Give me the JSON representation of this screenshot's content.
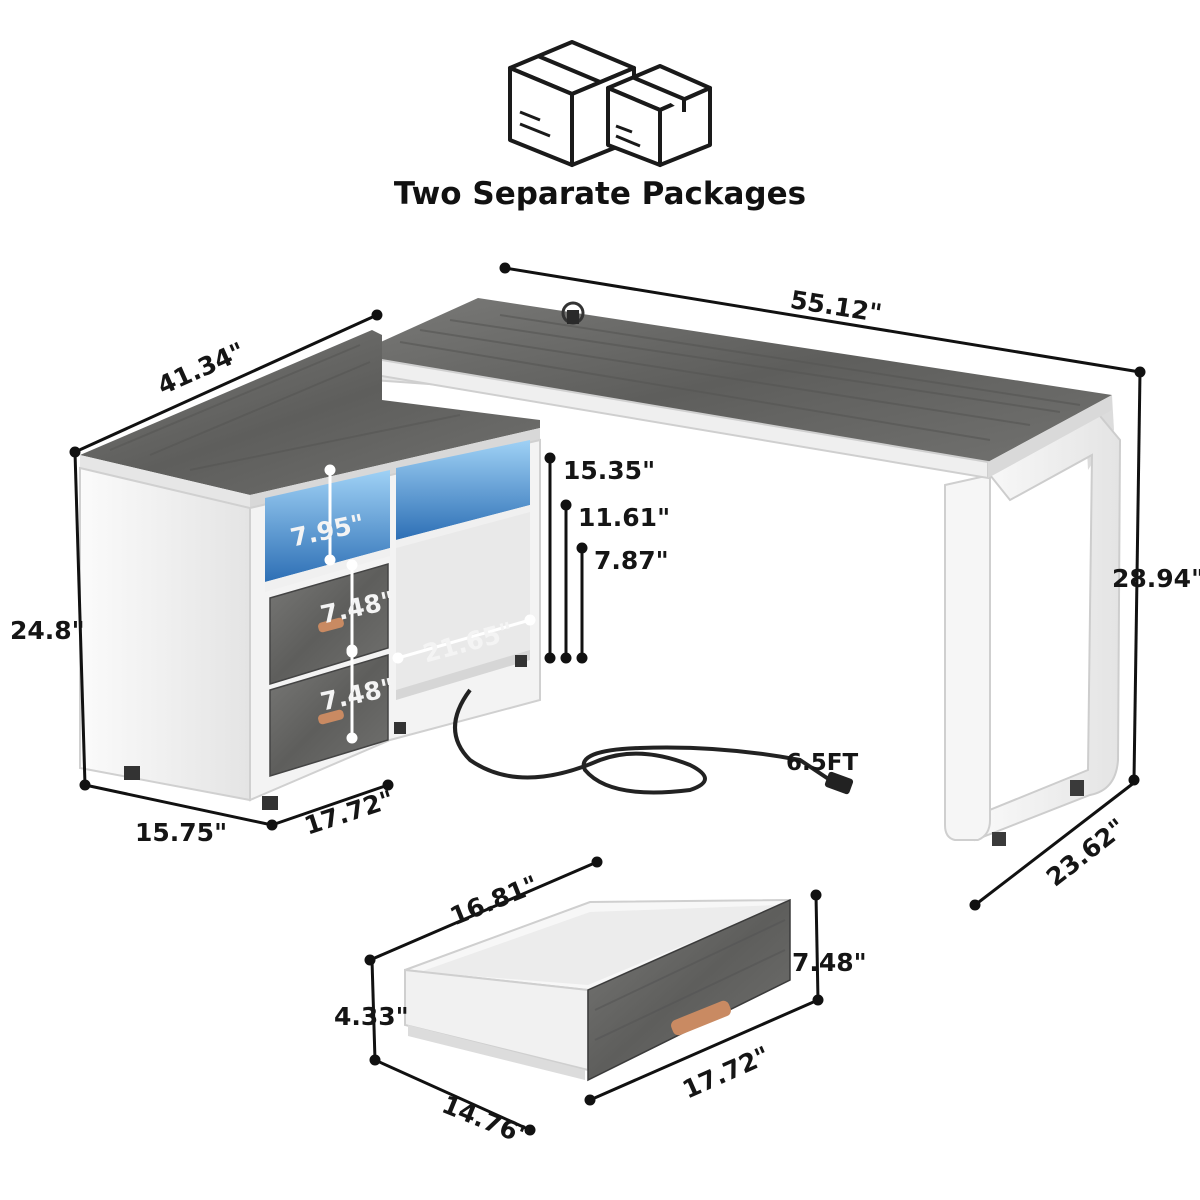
{
  "header": {
    "title": "Two Separate Packages",
    "boxes_icon": "two-boxes-icon"
  },
  "desk": {
    "width": "55.12\"",
    "side_length": "41.34\"",
    "height": "28.94\"",
    "depth": "23.62\"",
    "cabinet_height": "24.8\"",
    "cabinet_depth": "15.75\"",
    "cabinet_width": "17.72\"",
    "shelf_height_top": "7.95\"",
    "drawer_height_upper": "7.48\"",
    "drawer_height_lower": "7.48\"",
    "open_shelf_width": "21.65\"",
    "height_a": "15.35\"",
    "height_b": "11.61\"",
    "height_c": "7.87\"",
    "cord_length": "6.5FT"
  },
  "drawer": {
    "inner_length": "16.81\"",
    "inner_height": "4.33\"",
    "front_height": "7.48\"",
    "inner_width": "14.76\"",
    "front_width": "17.72\""
  },
  "colors": {
    "wood_grey": "#6c6c6a",
    "frame_white": "#f2f2f2",
    "led_blue": "#3f87c9",
    "handle_tan": "#c98a62",
    "ink": "#151515"
  }
}
